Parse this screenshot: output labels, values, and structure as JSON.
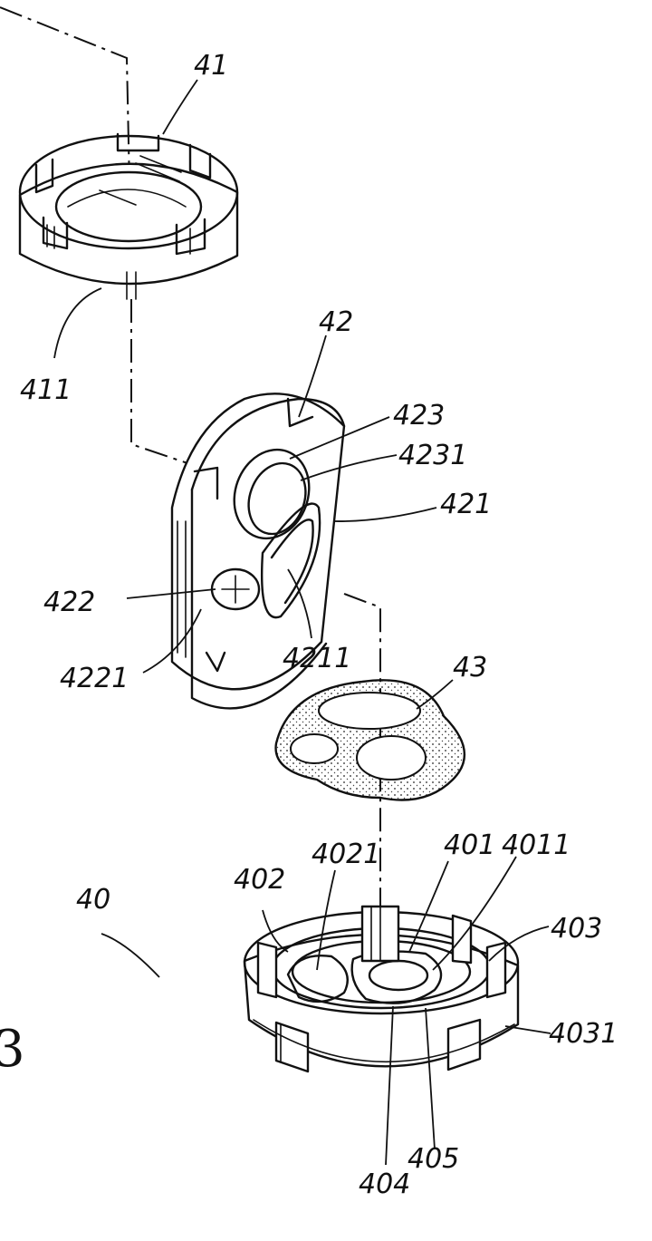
{
  "labels": {
    "l41": "41",
    "l411": "411",
    "l42": "42",
    "l423": "423",
    "l4231": "4231",
    "l421": "421",
    "l422": "422",
    "l4221": "4221",
    "l4211": "4211",
    "l43": "43",
    "l40": "40",
    "l402": "402",
    "l4021": "4021",
    "l401": "401",
    "l4011": "4011",
    "l403": "403",
    "l4031": "4031",
    "l404": "404",
    "l405": "405"
  },
  "figure_letter": "3"
}
